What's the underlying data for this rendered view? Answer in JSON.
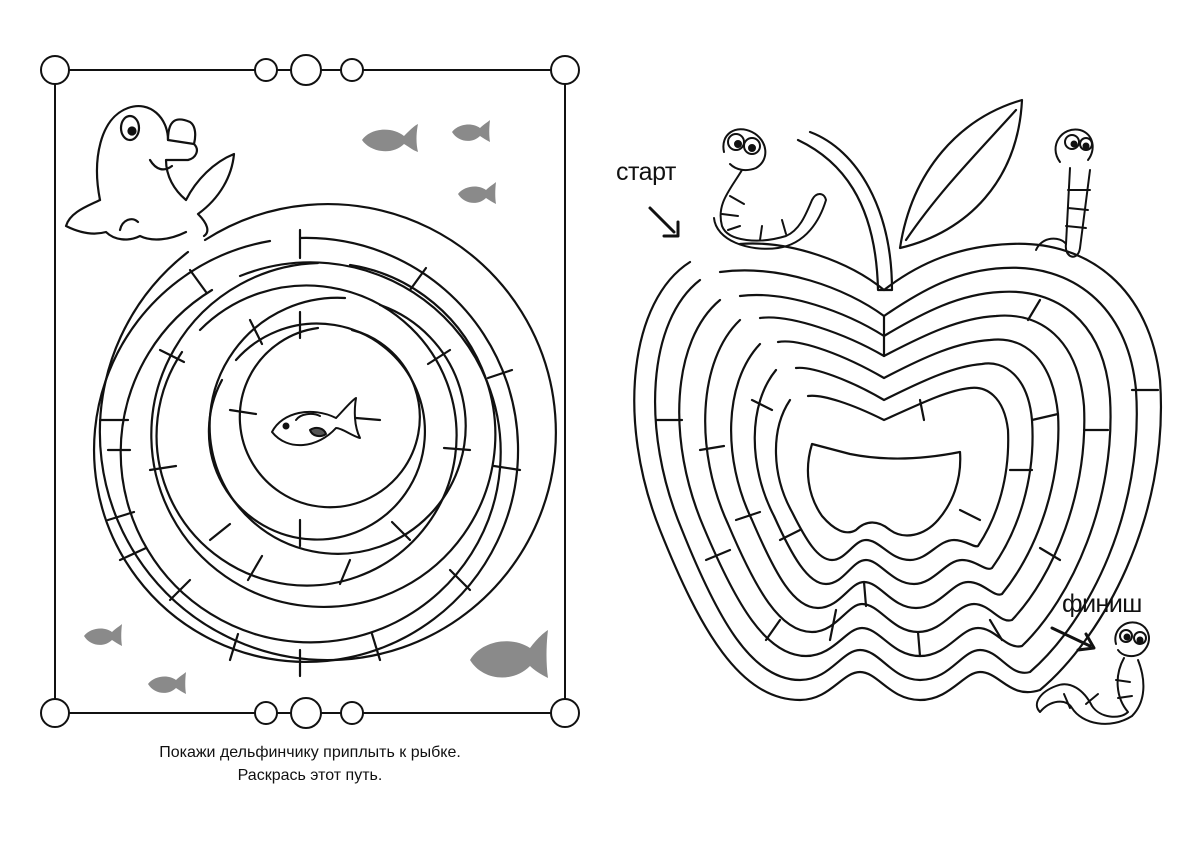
{
  "left_puzzle": {
    "caption_line1": "Покажи дельфинчику приплыть к рыбке.",
    "caption_line2": "Раскрась этот путь."
  },
  "right_puzzle": {
    "start_label": "старт",
    "finish_label": "финиш"
  },
  "colors": {
    "ink": "#111111",
    "fish_gray": "#8a8a8a",
    "paper": "#ffffff"
  }
}
